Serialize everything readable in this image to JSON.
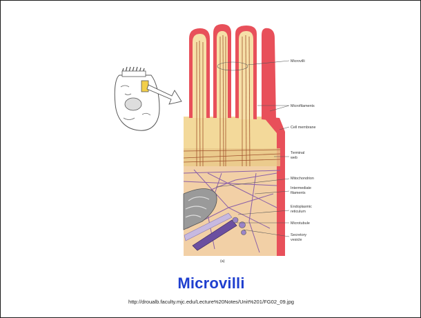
{
  "slide": {
    "title": "Microvilli",
    "source_url": "http://droualb.faculty.mjc.edu/Lecture%20Notes/Unit%201/FG02_09.jpg"
  },
  "diagram": {
    "labels": [
      "Microvilli",
      "Microfilaments",
      "Cell membrane",
      "Terminal",
      "web",
      "Mitochondrion",
      "Intermediate",
      "filaments",
      "Endoplasmic",
      "reticulum",
      "Microtubule",
      "Secretory",
      "vesicle"
    ],
    "panel_letter": "(a)"
  },
  "colors": {
    "title": "#1f3fcf",
    "membrane": "#e8505a",
    "cytoplasm": "#f3d99a",
    "filament": "#a0522d",
    "intermediate": "#8a5fa8"
  }
}
